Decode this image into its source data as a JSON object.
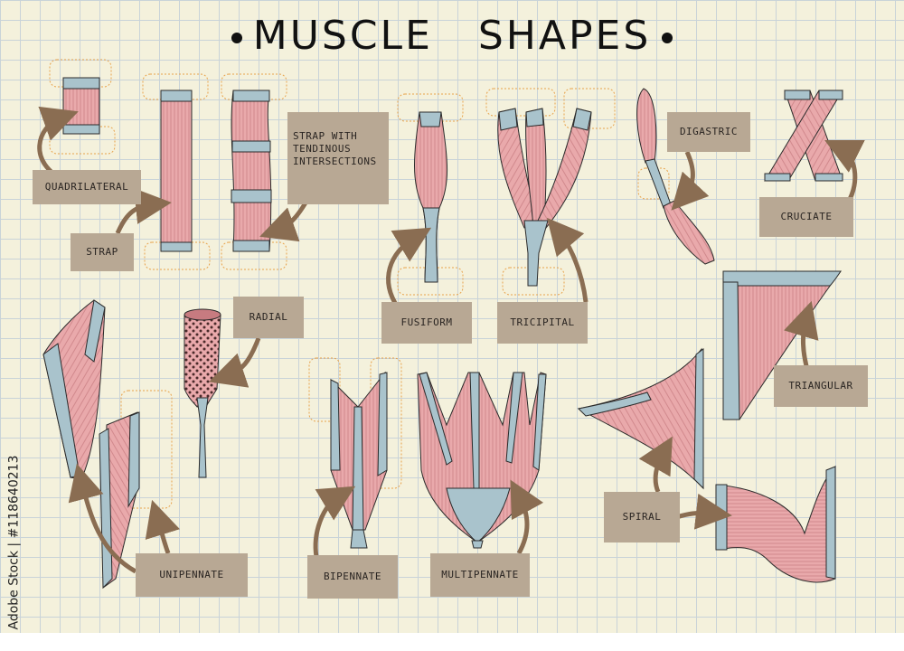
{
  "title": {
    "word1": "MUSCLE",
    "word2": "SHAPES"
  },
  "labels": {
    "quadrilateral": "QUADRILATERAL",
    "strap": "STRAP",
    "strap_tendinous_line1": "STRAP WITH",
    "strap_tendinous_line2": "TENDINOUS",
    "strap_tendinous_line3": "INTERSECTIONS",
    "fusiform": "FUSIFORM",
    "tricipital": "TRICIPITAL",
    "digastric": "DIGASTRIC",
    "cruciate": "CRUCIATE",
    "radial": "RADIAL",
    "triangular": "TRIANGULAR",
    "unipennate": "UNIPENNATE",
    "bipennate": "BIPENNATE",
    "multipennate": "MULTIPENNATE",
    "spiral": "SPIRAL"
  },
  "stock_id": "Adobe Stock | #118640213",
  "colors": {
    "muscle": "#e9a9ab",
    "tendon": "#a9c3cc",
    "label_bg": "#b8a894",
    "arrow": "#8a6d52",
    "outline": "#2b2b2b",
    "highlight": "#e8a24a"
  }
}
